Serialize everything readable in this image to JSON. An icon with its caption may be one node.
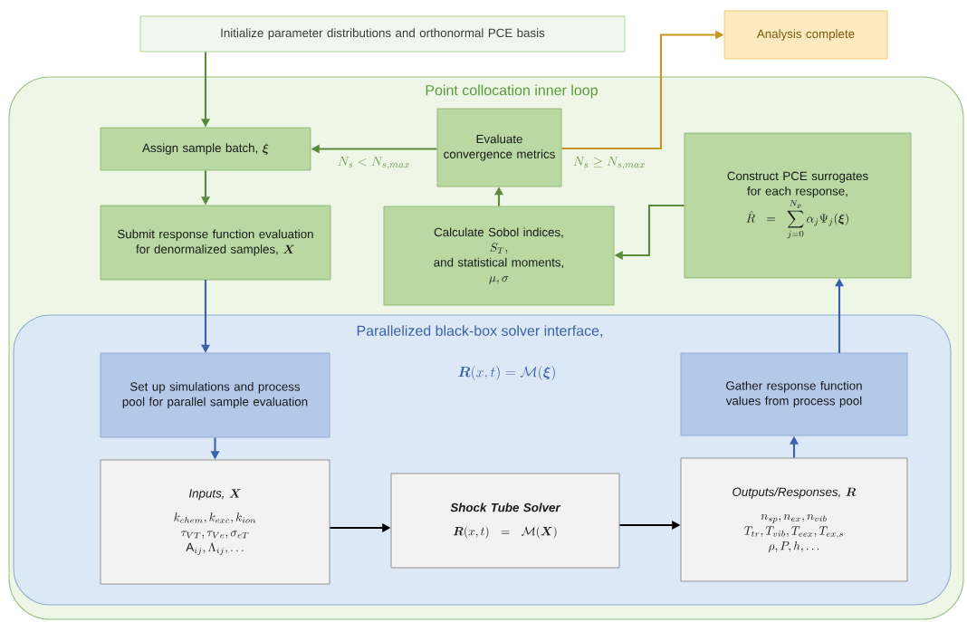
{
  "diagram": {
    "nodes": [
      {
        "text": [
          "Initialize parameter distributions and orthonormal PCE basis"
        ]
      },
      {
        "text": [
          "Analysis complete"
        ]
      },
      {
        "text": [
          "Point collocation inner loop"
        ]
      },
      {
        "text": [
          "Assign sample batch,",
          "\\boldsymbol{\\xi}"
        ],
        "in": 2
      },
      {
        "text": [
          "Evaluate convergence metrics"
        ],
        "in": 2
      },
      {
        "text": [
          "Submit response function evaluation for denormalized samples,",
          "\\boldsymbol{X}"
        ],
        "in": 2
      },
      {
        "text": [
          "Calculate Sobol indices,",
          "S_T,",
          "and statistical moments,",
          "\\mu, \\sigma"
        ],
        "in": 2
      },
      {
        "text": [
          "Construct PCE surrogates for each response,",
          "\\hat{R} = \\sum_{j=0}^{N_p} \\alpha_j \\Psi_j(\\boldsymbol{\\xi})"
        ],
        "in": 2
      },
      {
        "text": [
          "Parallelized black-box solver interface,",
          "\\boldsymbol{R}(x,t) = \\mathcal{M}(\\boldsymbol{\\xi})"
        ],
        "in": 2
      },
      {
        "text": [
          "Set up simulations and process pool for parallel sample evaluation"
        ],
        "in": 8
      },
      {
        "text": [
          "Gather response function values from process pool"
        ],
        "in": 8
      },
      {
        "text": [
          "Inputs,",
          "\\boldsymbol{X}",
          "k_{chem}, k_{exc}, k_{ion}",
          "\\tau_{VT}, \\tau_{Ve}, \\sigma_{eT}",
          "\\mathrm{A}_{ij}, \\Lambda_{ij}, \\ldots"
        ],
        "in": 8
      },
      {
        "text": [
          "Shock Tube Solver",
          "\\boldsymbol{R}(x,t) = \\mathcal{M}(\\boldsymbol{X})"
        ],
        "in": 8
      },
      {
        "text": [
          "Outputs/Responses,",
          "\\boldsymbol{R}",
          "n_{sp}, n_{ex}, n_{vib}",
          "T_{tr}, T_{vib}, T_{eex}, T_{ex,s}",
          "\\rho, P, h, \\ldots"
        ],
        "in": 8
      }
    ],
    "edges": [
      {
        "from": 0,
        "to": 3,
        "arrow": "to"
      },
      {
        "from": 4,
        "to": 3,
        "arrow": "to",
        "label": "N_s < N_{s,max}"
      },
      {
        "from": 4,
        "to": 1,
        "arrow": "to",
        "label": "N_s \\geq N_{s,max}",
        "color": "#c8961e"
      },
      {
        "from": 3,
        "to": 5,
        "arrow": "to"
      },
      {
        "from": 5,
        "to": 9,
        "arrow": "to",
        "color": "#3a62a8"
      },
      {
        "from": 9,
        "to": 11,
        "arrow": "to",
        "color": "#3a62a8"
      },
      {
        "from": 11,
        "to": 12,
        "arrow": "to",
        "color": "#000000"
      },
      {
        "from": 12,
        "to": 13,
        "arrow": "to",
        "color": "#000000"
      },
      {
        "from": 13,
        "to": 10,
        "arrow": "to",
        "color": "#3a62a8"
      },
      {
        "from": 10,
        "to": 7,
        "arrow": "to",
        "color": "#3a62a8"
      },
      {
        "from": 7,
        "to": 6,
        "arrow": "to"
      },
      {
        "from": 6,
        "to": 4,
        "arrow": "to"
      }
    ]
  }
}
